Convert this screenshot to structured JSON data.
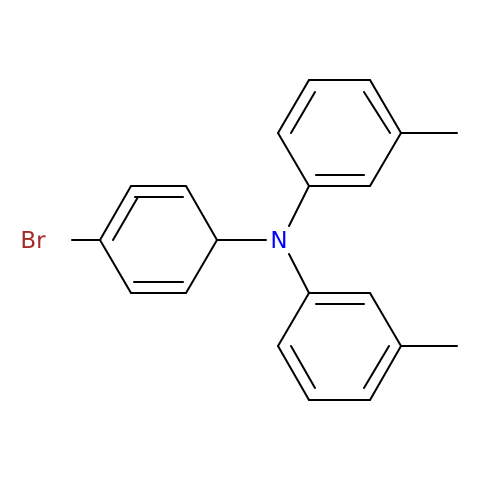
{
  "molecule": {
    "atoms": [
      {
        "id": "Br",
        "symbol": "Br",
        "color": "#a52a2a"
      },
      {
        "id": "N",
        "symbol": "N",
        "color": "#0000ff"
      }
    ],
    "bond_color": "#000000"
  }
}
